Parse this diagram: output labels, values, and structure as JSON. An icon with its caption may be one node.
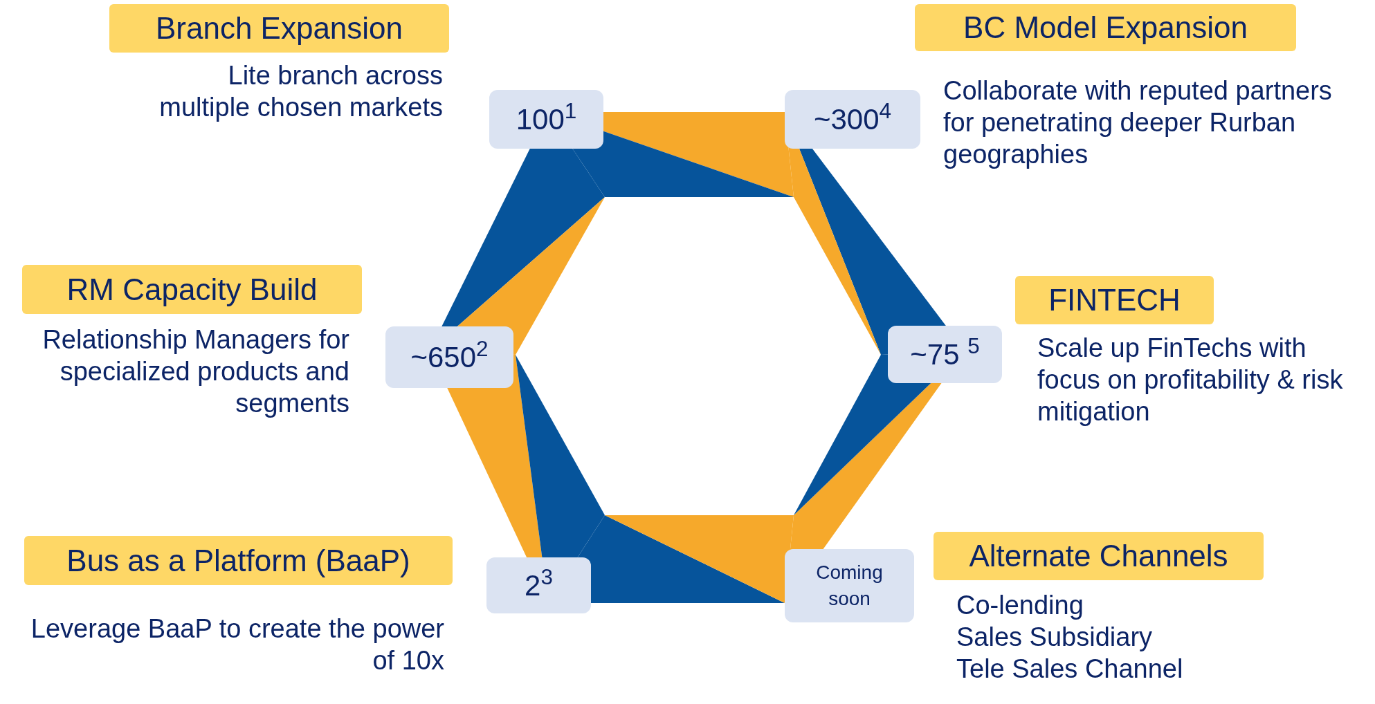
{
  "diagram": {
    "nodes": [
      {
        "text": [
          "Branch Expansion"
        ],
        "beside": [
          "Lite branch across multiple chosen markets"
        ]
      },
      {
        "text": [
          "BC Model Expansion"
        ],
        "beside": [
          "Collaborate with reputed partners for penetrating deeper Rurban geographies"
        ]
      },
      {
        "text": [
          "RM Capacity Build"
        ],
        "beside": [
          "Relationship Managers for specialized products and segments"
        ]
      },
      {
        "text": [
          "FINTECH"
        ],
        "beside": [
          "Scale up FinTechs with focus on profitability & risk mitigation"
        ]
      },
      {
        "text": [
          "Bus as a Platform (BaaP)"
        ],
        "beside": [
          "Leverage BaaP to create the power of 10x"
        ]
      },
      {
        "text": [
          "Alternate Channels"
        ],
        "beside": [
          "Co-lending",
          "Sales Subsidiary",
          "Tele Sales Channel"
        ]
      },
      {
        "text": [
          "100$^{1}$"
        ]
      },
      {
        "text": [
          "~300$^{4}$"
        ]
      },
      {
        "text": [
          "~650$^{2}$"
        ]
      },
      {
        "text": [
          "~75 $^{5}$"
        ]
      },
      {
        "text": [
          "2$^{3}$"
        ]
      },
      {
        "text": [
          "Coming soon"
        ]
      }
    ],
    "edges": []
  }
}
